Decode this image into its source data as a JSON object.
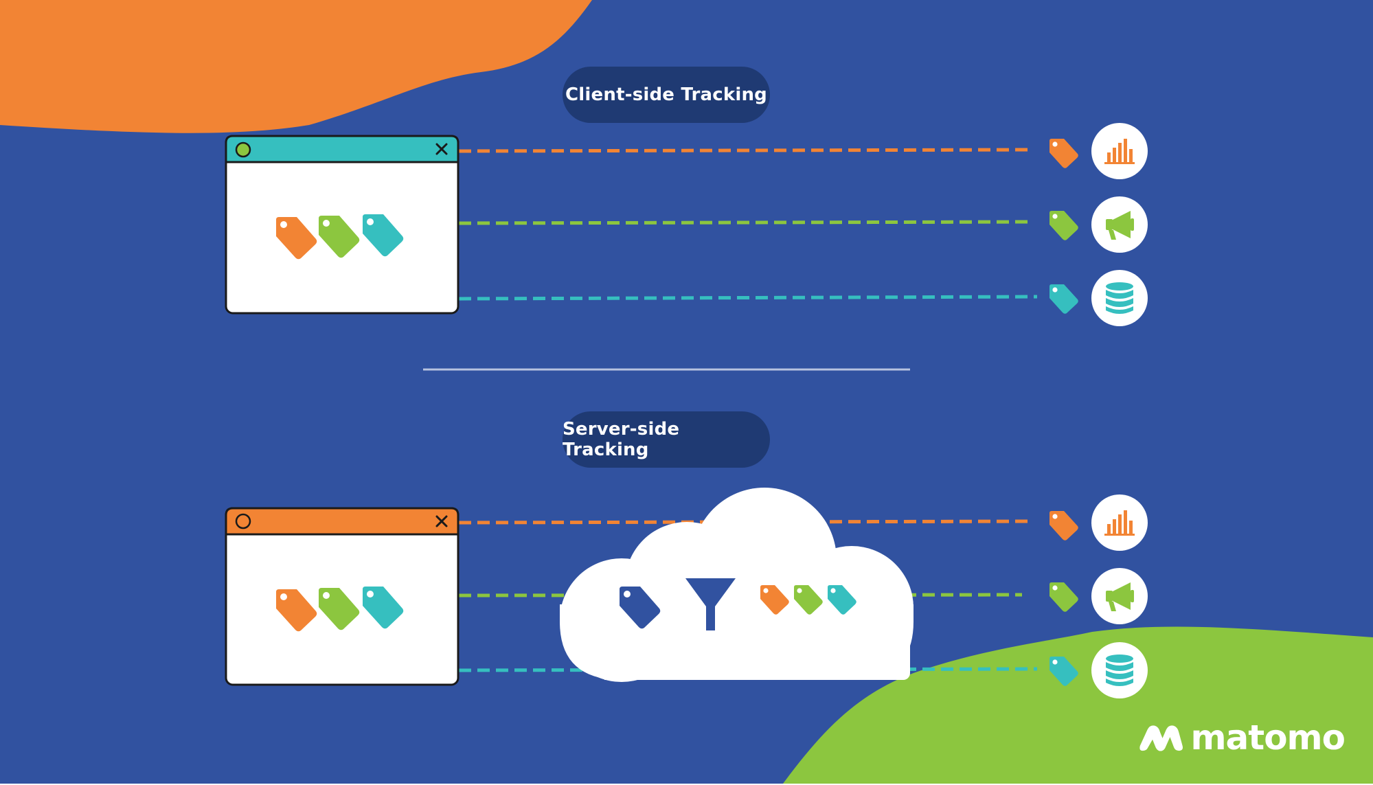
{
  "sections": {
    "client": {
      "title": "Client-side Tracking"
    },
    "server": {
      "title": "Server-side Tracking"
    }
  },
  "logo": {
    "text": "matomo"
  },
  "colors": {
    "background": "#3152a0",
    "orange": "#f28434",
    "green": "#8cc63f",
    "teal": "#36bfbf",
    "navy": "#1f3a73",
    "white": "#ffffff",
    "divider": "#b7c3e0"
  },
  "destinations": [
    {
      "name": "analytics",
      "icon": "bar-chart-icon",
      "color": "#f28434"
    },
    {
      "name": "marketing",
      "icon": "megaphone-icon",
      "color": "#8cc63f"
    },
    {
      "name": "database",
      "icon": "database-icon",
      "color": "#36bfbf"
    }
  ]
}
